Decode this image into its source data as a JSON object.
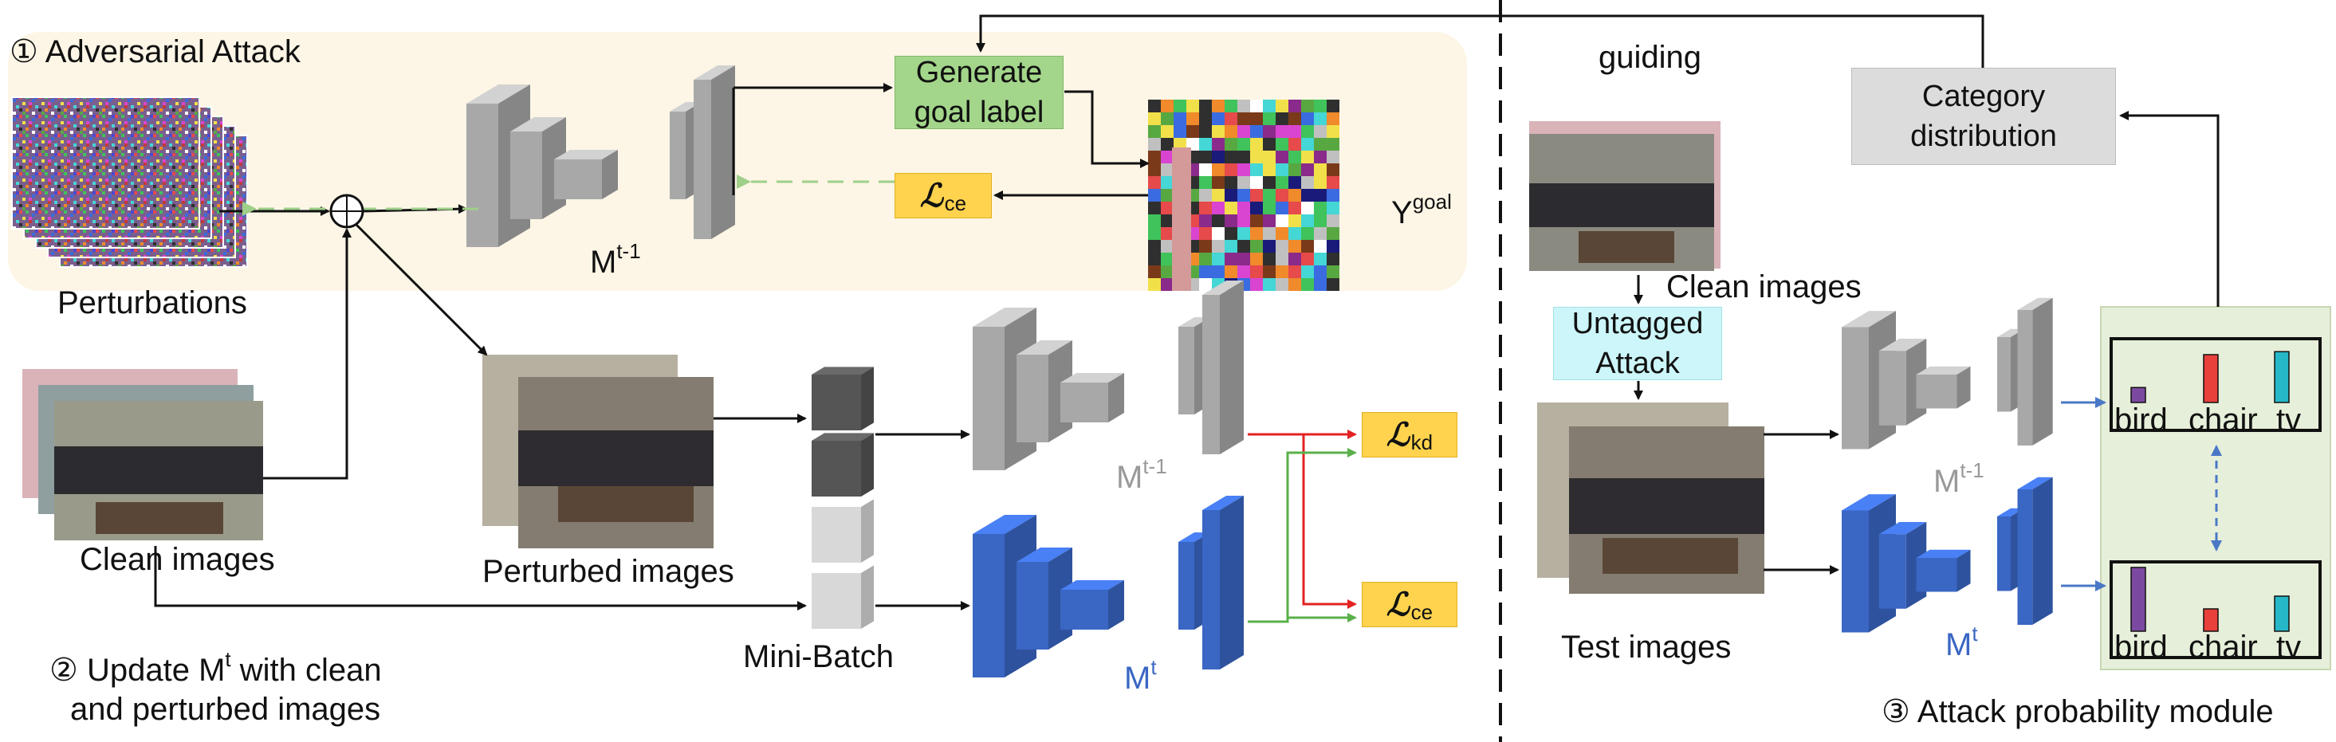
{
  "sections": {
    "adversarial_attack": "① Adversarial Attack",
    "update_line1": "② Update M",
    "update_sup": "t",
    "update_line1_tail": " with clean",
    "update_line2": "and perturbed images",
    "attack_probability": "③ Attack probability module"
  },
  "labels": {
    "perturbations": "Perturbations",
    "clean_images_left": "Clean images",
    "perturbed_images": "Perturbed images",
    "mini_batch": "Mini-Batch",
    "guiding": "guiding",
    "clean_images_right": "Clean images",
    "test_images": "Test images",
    "y_goal_base": "Y",
    "y_goal_sup": "goal"
  },
  "boxes": {
    "generate_goal_label_line1": "Generate",
    "generate_goal_label_line2": "goal label",
    "category_distribution_line1": "Category",
    "category_distribution_line2": "distribution",
    "untagged_attack_line1": "Untagged",
    "untagged_attack_line2": "Attack"
  },
  "losses": {
    "symbol": "ℒ",
    "ce": "ce",
    "kd": "kd"
  },
  "models": {
    "m_prev_base": "M",
    "m_prev_sup": "t-1",
    "m_curr_base": "M",
    "m_curr_sup": "t"
  },
  "charts": {
    "labels": [
      "bird",
      "chair",
      "tv"
    ],
    "top_values": [
      0.25,
      0.8,
      0.85
    ],
    "bottom_values": [
      1.0,
      0.35,
      0.55
    ],
    "colors": [
      "#7b4aa0",
      "#e8403a",
      "#26b8c8"
    ]
  },
  "colors": {
    "panel_beige": "#fdf6e6",
    "goal_green": "#a3d68a",
    "loss_yellow": "#ffd34d",
    "category_gray": "#dcdcdc",
    "untagged_cyan": "#ccf6f9",
    "module_green": "#e6efd9",
    "model_gray": "#a8a8a8",
    "model_blue": "#3a66c4",
    "arrow_red": "#e32222",
    "arrow_green": "#5ab04a",
    "arrow_dashed_green": "#9fd08a",
    "arrow_dashed_blue": "#4a78c6"
  }
}
